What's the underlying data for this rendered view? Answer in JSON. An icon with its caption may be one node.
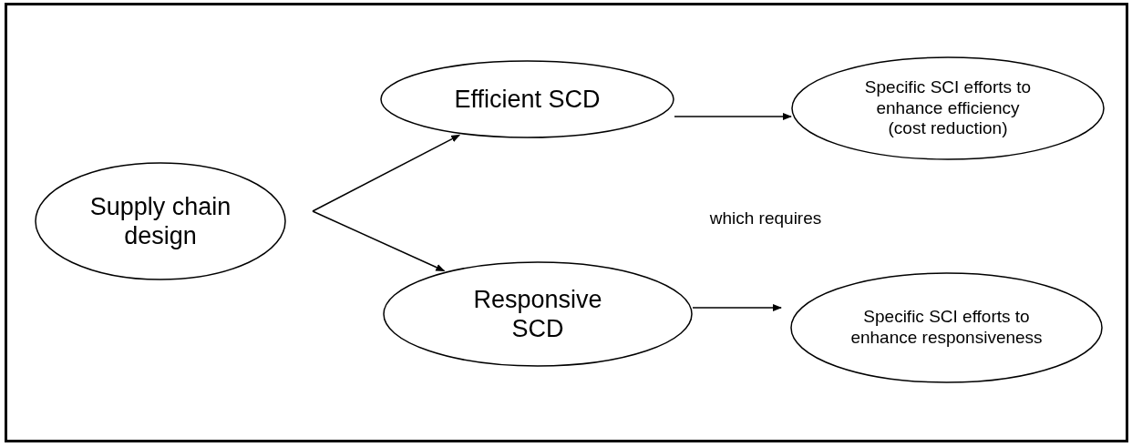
{
  "diagram": {
    "nodes": [
      {
        "text": [
          "Supply chain design"
        ]
      },
      {
        "text": [
          "Efficient SCD"
        ]
      },
      {
        "text": [
          "Specific SCI efforts to enhance efficiency (cost reduction)"
        ]
      },
      {
        "text": [
          "Responsive SCD"
        ]
      },
      {
        "text": [
          "Specific SCI efforts to enhance responsiveness"
        ]
      }
    ],
    "edges": [
      {
        "from": 0,
        "to": 1,
        "arrow": "to"
      },
      {
        "from": 0,
        "to": 3,
        "arrow": "to"
      },
      {
        "from": 1,
        "to": 2,
        "arrow": "to"
      },
      {
        "from": 3,
        "to": 4,
        "arrow": "to"
      }
    ],
    "labels": [
      "which requires"
    ]
  }
}
